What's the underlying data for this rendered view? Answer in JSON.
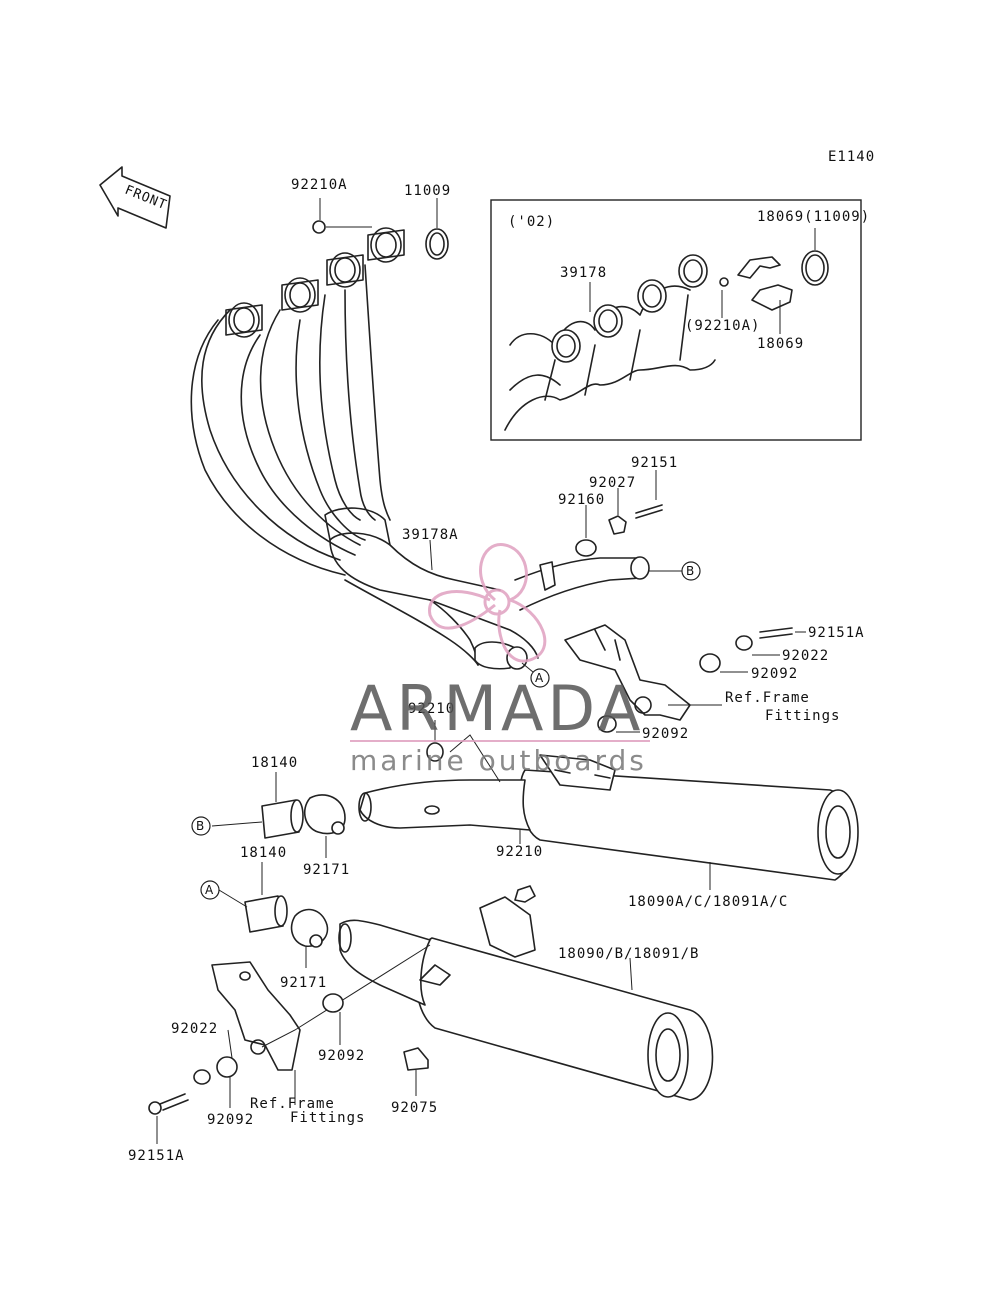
{
  "diagram_code": "E1140",
  "front_label": "FRONT",
  "inset_year": "('02)",
  "watermark": {
    "brand": "ARMADA",
    "tagline": "marine outboards",
    "accent_color": "#e0a0c0"
  },
  "callouts": {
    "a": "A",
    "b": "B"
  },
  "labels": {
    "p92210a_top": "92210A",
    "p11009": "11009",
    "p18069_11009": "18069(11009)",
    "p39178": "39178",
    "p92210a_inset": "(92210A)",
    "p18069": "18069",
    "p92151": "92151",
    "p92027": "92027",
    "p92160": "92160",
    "p39178a": "39178A",
    "p92151a_right": "92151A",
    "p92022_right": "92022",
    "p92092_right1": "92092",
    "ref_frame_right_1": "Ref.Frame",
    "ref_frame_right_2": "Fittings",
    "p92210_upper": "92210",
    "p92092_right2": "92092",
    "p18140_top": "18140",
    "p92171_top": "92171",
    "p92210_lower": "92210",
    "p18140_bottom": "18140",
    "p18090a": "18090A/C/18091A/C",
    "p18090": "18090/B/18091/B",
    "p92171_bottom": "92171",
    "p92022_left": "92022",
    "p92092_left1": "92092",
    "p92092_left2": "92092",
    "ref_frame_left_1": "Ref.Frame",
    "ref_frame_left_2": "Fittings",
    "p92075": "92075",
    "p92151a_left": "92151A"
  }
}
